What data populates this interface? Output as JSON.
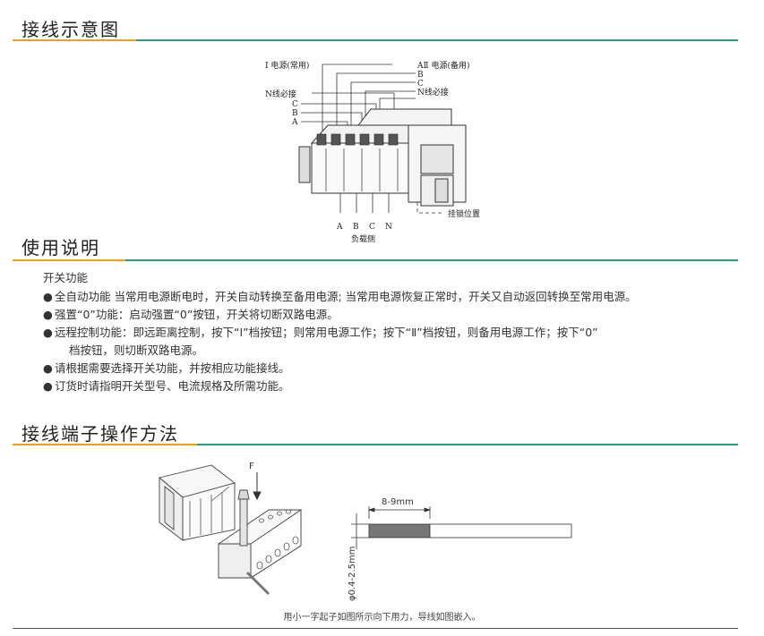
{
  "sections": {
    "wiring_diagram": {
      "title": "接线示意图"
    },
    "usage": {
      "title": "使用说明"
    },
    "terminal": {
      "title": "接线端子操作方法"
    }
  },
  "diagram_labels": {
    "power1": "Ⅰ 电源(常用)",
    "power2": "AⅡ 电源(备用)",
    "b_right": "B",
    "c_right": "C",
    "n_right": "N线必接",
    "n_left": "N线必接",
    "c_left": "C",
    "b_left": "B",
    "a_left": "A",
    "lock_position": "挂锁位置",
    "bottom_phases": [
      "A",
      "B",
      "C",
      "N"
    ],
    "load_side": "负载侧"
  },
  "usage": {
    "function_title": "开关功能",
    "items": [
      {
        "bullet": "●",
        "text": "全自动功能 当常用电源断电时，开关自动转换至备用电源; 当常用电源恢复正常时，开关又自动返回转换至常用电源。",
        "cont": ""
      },
      {
        "bullet": "●",
        "text": "强置“0”功能：启动强置“0”按钮，开关将切断双路电源。",
        "cont": ""
      },
      {
        "bullet": "●",
        "text": "远程控制功能：即远距离控制，按下“I”档按钮；则常用电源工作；按下“Ⅱ”档按钮，则备用电源工作；按下“0”",
        "cont": "档按钮，则切断双路电源。"
      },
      {
        "bullet": "●",
        "text": "请根据需要选择开关功能，并按相应功能接线。",
        "cont": ""
      },
      {
        "bullet": "●",
        "text": "订货时请指明开关型号、电流规格及所需功能。",
        "cont": ""
      }
    ]
  },
  "terminal_figure": {
    "force_label": "F",
    "strip_length": "8-9mm",
    "wire_diameter": "φ0.4-2.5mm",
    "caption": "用小一字起子如图所示向下用力，导线如图嵌入。"
  },
  "colors": {
    "accent_orange": "#e8a21b",
    "accent_green": "#2d9a7e"
  }
}
